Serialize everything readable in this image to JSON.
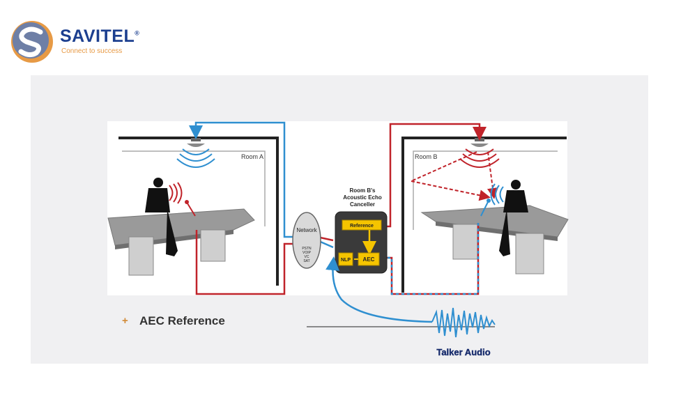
{
  "brand": {
    "name": "SAVITEL",
    "registered": "®",
    "tagline": "Connect to success"
  },
  "diagram": {
    "room_a": "Room A",
    "room_b": "Room B",
    "aec_title_1": "Room B's",
    "aec_title_2": "Acoustic Echo",
    "aec_title_3": "Canceller",
    "reference": "Reference",
    "nlp": "NLP",
    "aec": "AEC",
    "network": "Network",
    "network_types": [
      "PSTN",
      "VOIP",
      "VC",
      "SAT"
    ],
    "talker_audio": "Talker Audio"
  },
  "bullet": {
    "marker": "+",
    "text": "AEC Reference"
  },
  "colors": {
    "red": "#c0232a",
    "blue": "#2f8fd0",
    "yellow": "#f5c400",
    "navy": "#1c3f8f",
    "orange": "#e79a45"
  }
}
